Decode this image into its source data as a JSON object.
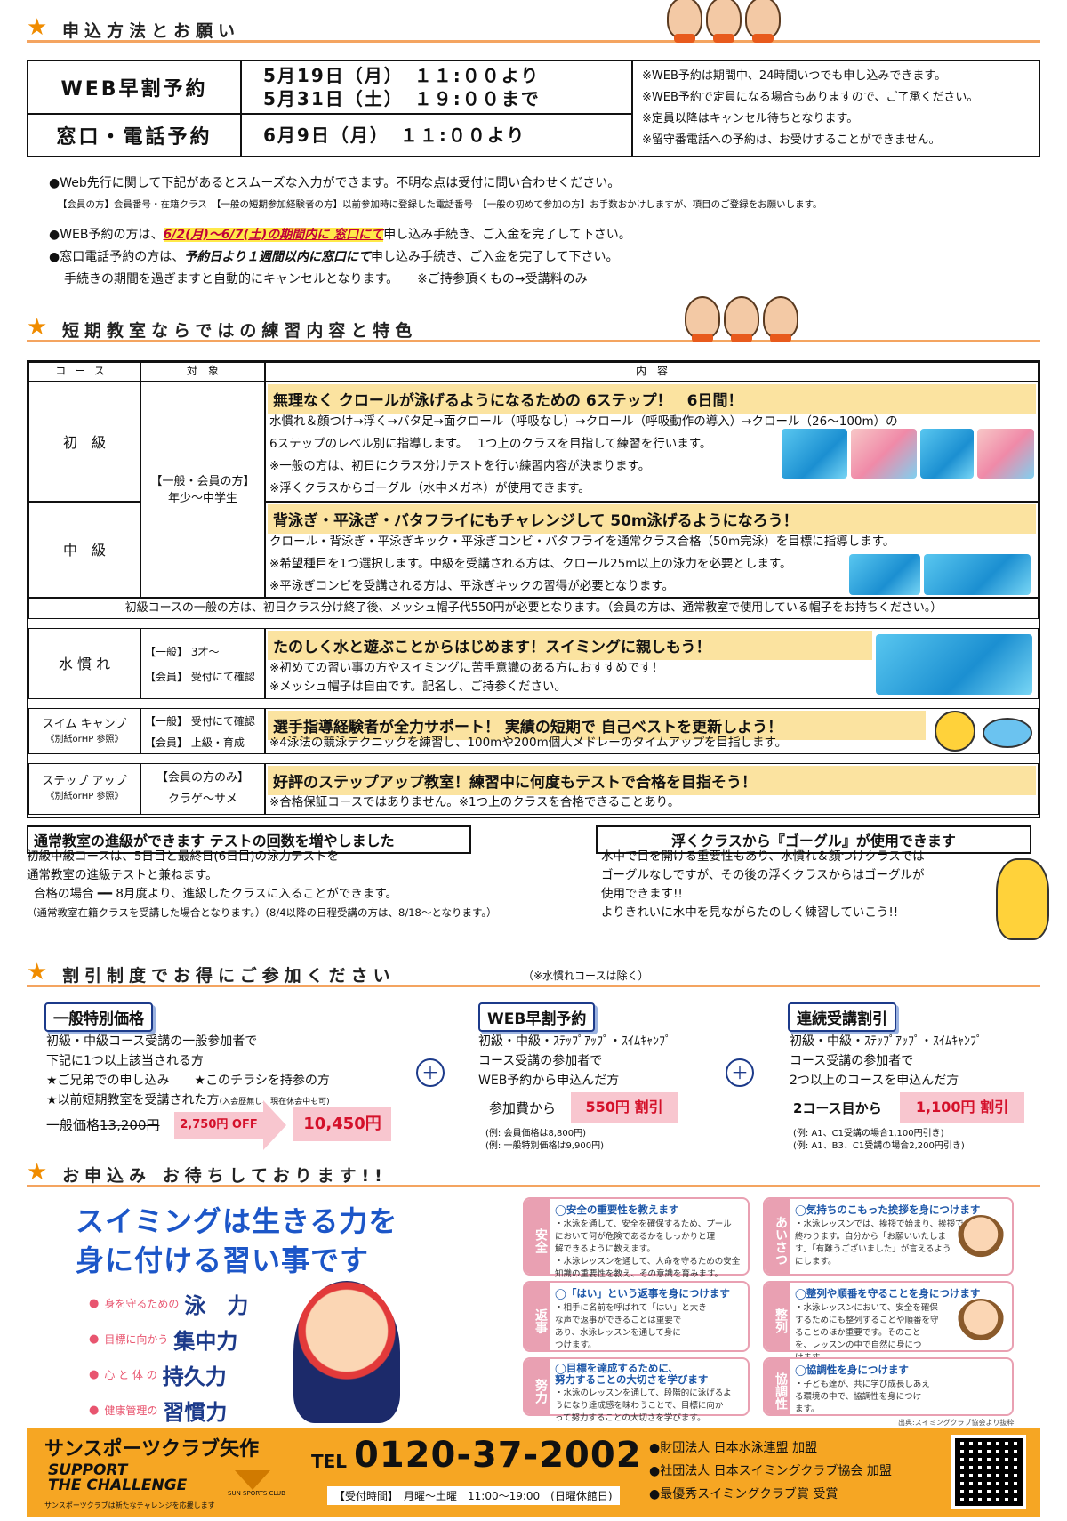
{
  "section1": {
    "title": "申込方法とお願い",
    "web_label": "WEB早割予約",
    "web_dates": [
      "5月19日（月）　１１:００より",
      "5月31日（土）　１９:００まで"
    ],
    "phone_label": "窓口・電話予約",
    "phone_date": "6月9日（月）　１１:００より",
    "notes": [
      "※WEB予約は期間中、24時間いつでも申し込みできます。",
      "※WEB予約で定員になる場合もありますので、ご了承ください。",
      "※定員以降はキャンセル待ちとなります。",
      "※留守番電話への予約は、お受けすることができません。"
    ],
    "info1": "●Web先行に関して下記があるとスムーズな入力ができます。不明な点は受付に問い合わせください。",
    "info1_small": "【会員の方】会員番号・在籍クラス　【一般の短期参加経験者の方】以前参加時に登録した電話番号　【一般の初めて参加の方】お手数おかけしますが、項目のご登録をお願いします。",
    "info2_pre": "●WEB予約の方は、",
    "info2_hl": "6/2(月)～6/7(土)の期間内に 窓口にて",
    "info2_post": "申し込み手続き、ご入金を完了して下さい。",
    "info3_pre": "●窓口電話予約の方は、",
    "info3_hl": "予約日より１週間以内に窓口にて",
    "info3_post": "申し込み手続き、ご入金を完了して下さい。",
    "info4": "手続きの期間を過ぎますと自動的にキャンセルとなります。　　※ご持参頂くもの→受講料のみ"
  },
  "section2": {
    "title": "短期教室ならではの練習内容と特色",
    "headers": [
      "コース",
      "対　象",
      "内　容"
    ],
    "target_general": "【一般・会員の方】",
    "target_age": "年少～中学生",
    "beginner": {
      "name": "初　級",
      "headline": "無理なく クロールが泳げるようになるための 6ステップ！　6日間！",
      "lines": [
        "水慣れ＆顔つけ→浮く→バタ足→面クロール（呼吸なし）→クロール（呼吸動作の導入）→クロール（26～100m）の",
        "6ステップのレベル別に指導します。　 1つ上のクラスを目指して練習を行います。",
        "※一般の方は、初日にクラス分けテストを行い練習内容が決まります。",
        "※浮くクラスからゴーグル（水中メガネ）が使用できます。"
      ]
    },
    "intermediate": {
      "name": "中　級",
      "headline": "背泳ぎ・平泳ぎ・バタフライにもチャレンジして 50m泳げるようになろう！",
      "lines": [
        "クロール・背泳ぎ・平泳ぎキック・平泳ぎコンビ・バタフライを通常クラス合格（50m完泳）を目標に指導します。",
        "※希望種目を1つ選択します。中級を受講される方は、クロール25m以上の泳力を必要とします。",
        "※平泳ぎコンビを受講される方は、平泳ぎキックの習得が必要となります。"
      ]
    },
    "cap_note": "初級コースの一般の方は、初日クラス分け終了後、メッシュ帽子代550円が必要となります。（会員の方は、通常教室で使用している帽子をお持ちください。）",
    "water": {
      "name": "水 慣 れ",
      "t1": "【一般】 3才～",
      "t2": "【会員】 受付にて確認",
      "headline": "たのしく水と遊ぶことからはじめます！スイミングに親しもう！",
      "lines": [
        "※初めての習い事の方やスイミングに苦手意識のある方におすすめです！",
        "※メッシュ帽子は自由です。記名し、ご持参ください。"
      ]
    },
    "swimcamp": {
      "name": "スイム キャンプ",
      "sub": "《別紙orHP 参照》",
      "t1": "【一般】 受付にて確認",
      "t2": "【会員】 上級・育成",
      "headline": "選手指導経験者が全力サポート！ 実績の短期で 自己ベストを更新しよう！",
      "lines": [
        "※4泳法の競泳テクニックを練習し、100mや200m個人メドレーのタイムアップを目指します。"
      ]
    },
    "stepup": {
      "name": "ステップ アップ",
      "sub": "《別紙orHP 参照》",
      "t1": "【会員の方のみ】",
      "t2": "クラゲ～サメ",
      "headline": "好評のステップアップ教室！練習中に何度もテストで合格を目指そう！",
      "lines": [
        "※合格保証コースではありません。※1つ上のクラスを合格できることあり。"
      ]
    }
  },
  "promo": {
    "left_title": "通常教室の進級ができます テストの回数を増やしました",
    "left_lines": [
      "初級中級コースは、5日目と最終日(6日目)の泳力テストを",
      "通常教室の進級テストと兼ねます。",
      "合格の場合 ━━ 8月度より、進級したクラスに入ることができます。",
      "（通常教室在籍クラスを受講した場合となります。）(8/4以降の日程受講の方は、8/18～となります。）"
    ],
    "right_title": "浮くクラスから『ゴーグル』が使用できます",
    "right_lines": [
      "水中で目を開ける重要性もあり、水慣れ＆顔つけクラスでは",
      "ゴーグルなしですが、その後の浮くクラスからはゴーグルが",
      "使用できます!!",
      "よりきれいに水中を見ながらたのしく練習していこう!!"
    ]
  },
  "section3": {
    "title": "割引制度でお得にご参加ください",
    "note": "（※水慣れコースは除く）",
    "general": {
      "title": "一般特別価格",
      "lines": [
        "初級・中級コース受講の一般参加者で",
        "下記に1つ以上該当される方",
        "★ご兄弟での申し込み　　★このチラシを持参の方",
        "★以前短期教室を受講された方"
      ],
      "small": "(入会歴無し、現在休会中も可)",
      "regular_label": "一般価格",
      "regular_price": "13,200円",
      "off": "2,750円 OFF",
      "price": "10,450円"
    },
    "web": {
      "title": "WEB早割予約",
      "lines": [
        "初級・中級・ｽﾃｯﾌﾟｱｯﾌﾟ・ｽｲﾑｷｬﾝﾌﾟ",
        "コース受講の参加者で",
        "WEB予約から申込んだ方"
      ],
      "label": "参加費から",
      "discount": "550円 割引",
      "ex": [
        "(例: 会員価格は8,800円)",
        "(例: 一般特別価格は9,900円)"
      ]
    },
    "multi": {
      "title": "連続受講割引",
      "lines": [
        "初級・中級・ｽﾃｯﾌﾟｱｯﾌﾟ・ｽｲﾑｷｬﾝﾌﾟ",
        "コース受講の参加者で",
        "2つ以上のコースを申込んだ方"
      ],
      "label": "2コース目から",
      "discount": "1,100円 割引",
      "ex": [
        "(例: A1、C1受講の場合1,100円引き)",
        "(例: A1、B3、C1受講の場合2,200円引き)"
      ]
    },
    "plus": "＋"
  },
  "section4": {
    "title": "お申込み お待ちしております!!",
    "headline1": "スイミングは生きる力を",
    "headline2": "身に付ける習い事です",
    "skills": [
      {
        "lead": "身を守るための",
        "word": "泳　力"
      },
      {
        "lead": "目標に向かう",
        "word": "集中力"
      },
      {
        "lead": "心 と 体 の",
        "word": "持久力"
      },
      {
        "lead": "健康管理の",
        "word": "習慣力"
      }
    ],
    "values": [
      {
        "tab": "安全",
        "title": "◯安全の重要性を教えます",
        "body": "・水泳を通して、安全を確保するため、プール\nにおいて何が危険であるかをしっかりと理\n解できるように教えます。\n・水泳レッスンを通して、人命を守るための安全\n知識の重要性を教え、その意識を育みます。"
      },
      {
        "tab": "あいさつ",
        "title": "◯気持ちのこもった挨拶を身につけます",
        "body": "・水泳レッスンでは、挨拶で始まり、挨拶で\n終わります。自分から「お願いいたしま\nす」「有難うございました」が言えるよう\nにします。"
      },
      {
        "tab": "返事",
        "title": "◯「はい」という返事を身につけます",
        "body": "・相手に名前を呼ばれて「はい」と大き\nな声で返事ができることは重要で\nあり、水泳レッスンを通して身に\nつけます。"
      },
      {
        "tab": "整列",
        "title": "◯整列や順番を守ることを身につけます",
        "body": "・水泳レッスンにおいて、安全を確保\nするためにも整列することや順番を守\nることのほか重要です。そのこと\nを、レッスンの中で自然に身につ\nけます。"
      },
      {
        "tab": "努力",
        "title": "◯目標を達成するために、\n努力することの大切さを学びます",
        "body": "・水泳のレッスンを通して、段階的に泳げるよ\nうになり達成感を味わうことで、目標に向か\nって努力することの大切さを学びます。"
      },
      {
        "tab": "協調性",
        "title": "◯協調性を身につけます",
        "body": "・子ども達が、共に学び成長しあえ\nる環境の中で、協調性を身につけ\nます。"
      }
    ],
    "source": "出典:スイミングクラブ協会より抜粋"
  },
  "footer": {
    "club": "サンスポーツクラブ矢作",
    "tagline1": "SUPPORT",
    "tagline2": "THE CHALLENGE",
    "tagline_note": "サンスポーツクラブは新たなチャレンジを応援します",
    "logo_text": "SUN SPORTS CLUB",
    "tel_label": "TEL",
    "tel": "0120-37-2002",
    "hours": "【受付時間】　月曜～土曜　11:00～19:00　(日曜休館日)",
    "memberships": [
      "●財団法人 日本水泳連盟 加盟",
      "●社団法人 日本スイミングクラブ協会 加盟",
      "●最優秀スイミングクラブ賞 受賞"
    ]
  },
  "colors": {
    "accent": "#f08c00",
    "highlight": "#ffe94a",
    "gold": "#fbe3a0",
    "footer": "#f6a623",
    "pink": "#f8c6cf"
  }
}
